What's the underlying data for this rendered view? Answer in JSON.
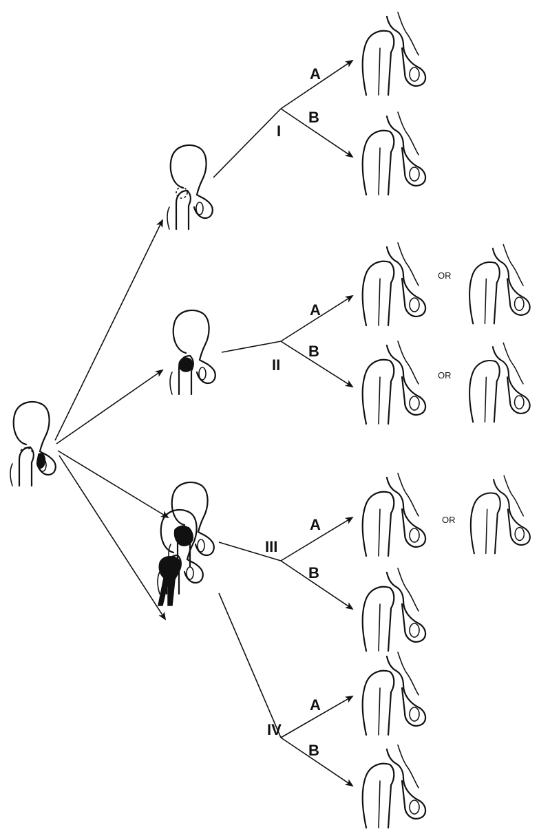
{
  "labels": {
    "type_I": "I",
    "type_II": "II",
    "type_III": "III",
    "type_IV": "IV",
    "sub_a": "A",
    "sub_b": "B",
    "or_word": "OR"
  },
  "stages": [
    "hip-origin",
    "type-i",
    "type-ii",
    "type-iii",
    "type-iv"
  ],
  "outcomes": [
    "I-A",
    "I-B",
    "II-A",
    "II-B",
    "III-A",
    "III-B",
    "IV-A",
    "IV-B"
  ]
}
